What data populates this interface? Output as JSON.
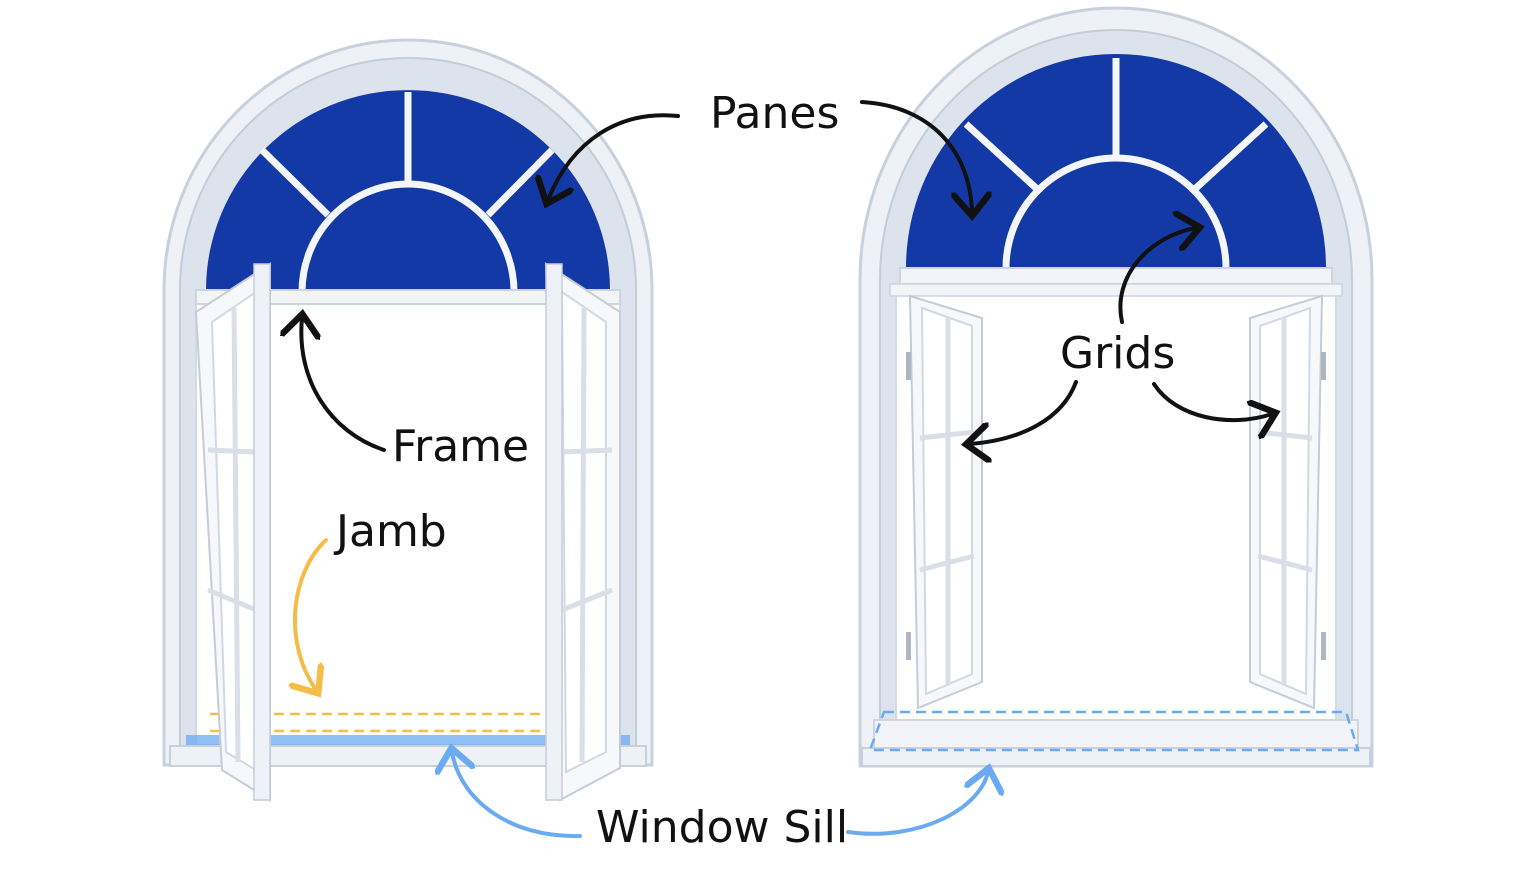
{
  "labels": {
    "panes": "Panes",
    "frame": "Frame",
    "jamb": "Jamb",
    "grids": "Grids",
    "window_sill": "Window Sill"
  },
  "colors": {
    "glass": "#1239a6",
    "frame_white": "#f6f8fb",
    "frame_shadow": "#cfd6e0",
    "arrow_black": "#111111",
    "jamb_highlight": "#f3bd48",
    "sill_highlight": "#6aaaf0"
  }
}
